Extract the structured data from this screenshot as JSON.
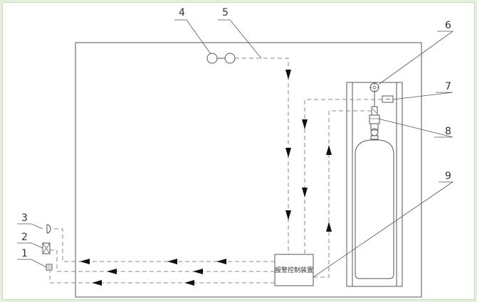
{
  "diagram": {
    "callouts": [
      "1",
      "2",
      "3",
      "4",
      "5",
      "6",
      "7",
      "8",
      "9"
    ],
    "control_box_label": "报警控制装置",
    "colors": {
      "background": "#e3f0dc",
      "line": "#555555",
      "dashed": "#888888",
      "arrow": "#111111"
    }
  }
}
